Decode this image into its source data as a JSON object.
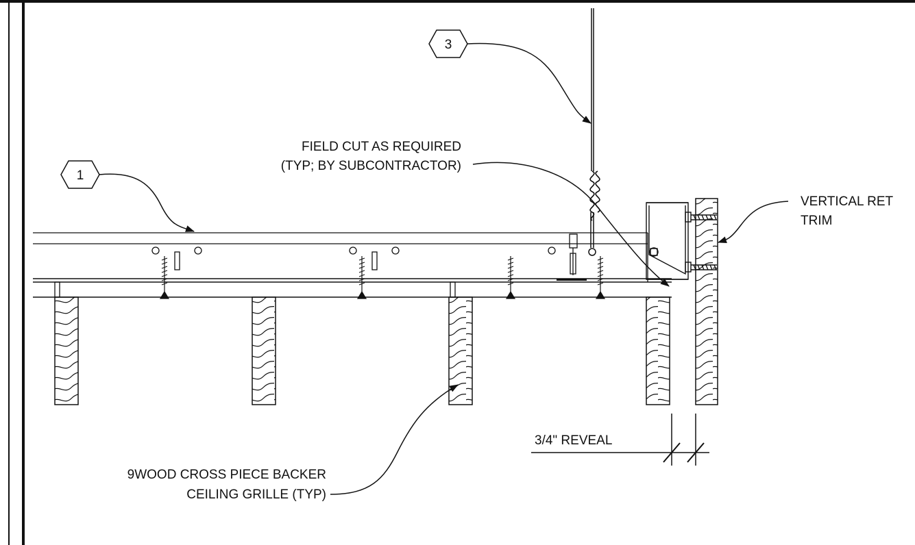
{
  "callouts": {
    "one": "1",
    "three": "3"
  },
  "labels": {
    "field_cut_line1": "FIELD CUT AS REQUIRED",
    "field_cut_line2": "(TYP; BY SUBCONTRACTOR)",
    "vertical_line1": "VERTICAL RET",
    "vertical_line2": "TRIM",
    "reveal": "3/4\" REVEAL",
    "backer_line1": "9WOOD CROSS PIECE BACKER",
    "backer_line2": "CEILING GRILLE (TYP)"
  },
  "colors": {
    "ink": "#111111",
    "paper": "#ffffff"
  }
}
